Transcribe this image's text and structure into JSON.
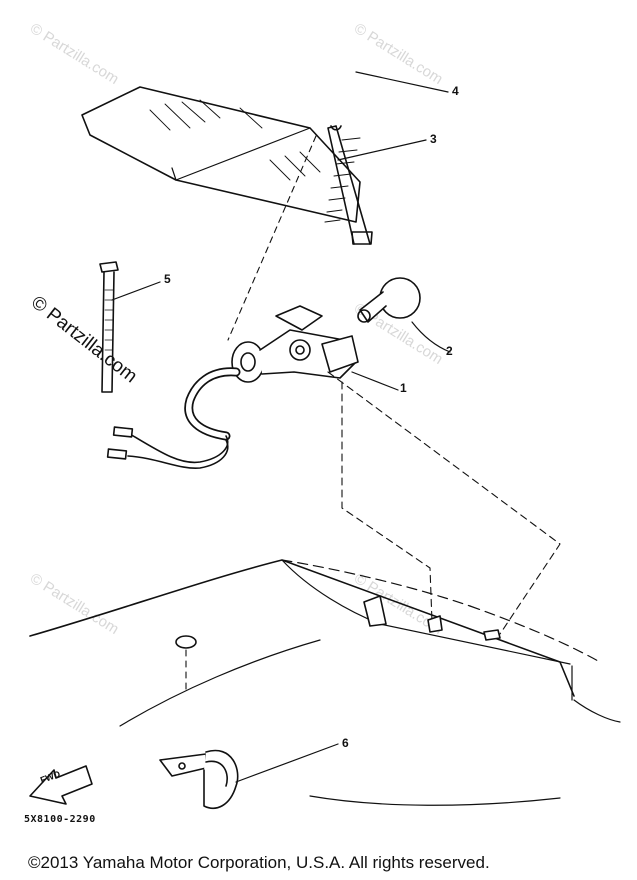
{
  "callouts": [
    "1",
    "2",
    "3",
    "4",
    "5",
    "6"
  ],
  "part_code": "5X8100-2290",
  "fwd_label": "FWD",
  "watermark": "© Partzilla.com",
  "copyright": "©2013  Yamaha Motor Corporation, U.S.A. All rights reserved."
}
